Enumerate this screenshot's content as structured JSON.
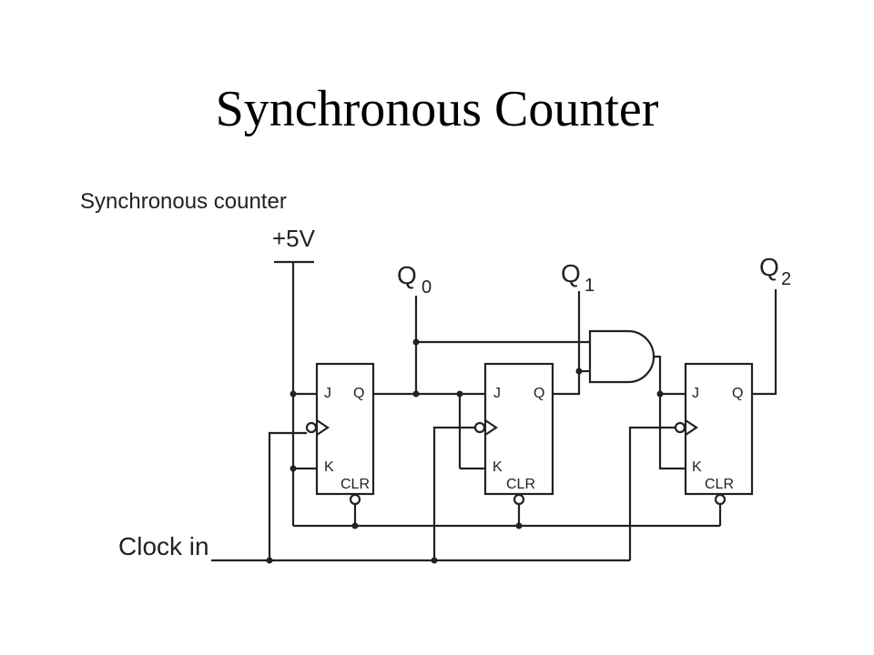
{
  "slide": {
    "title": "Synchronous Counter"
  },
  "diagram": {
    "caption": "Synchronous counter",
    "supply_label": "+5V",
    "clock_label": "Clock in",
    "outputs": [
      {
        "name": "Q",
        "subscript": "0"
      },
      {
        "name": "Q",
        "subscript": "1"
      },
      {
        "name": "Q",
        "subscript": "2"
      }
    ],
    "flip_flops": [
      {
        "j": "J",
        "k": "K",
        "q": "Q",
        "clr": "CLR"
      },
      {
        "j": "J",
        "k": "K",
        "q": "Q",
        "clr": "CLR"
      },
      {
        "j": "J",
        "k": "K",
        "q": "Q",
        "clr": "CLR"
      }
    ],
    "gate": "AND"
  }
}
